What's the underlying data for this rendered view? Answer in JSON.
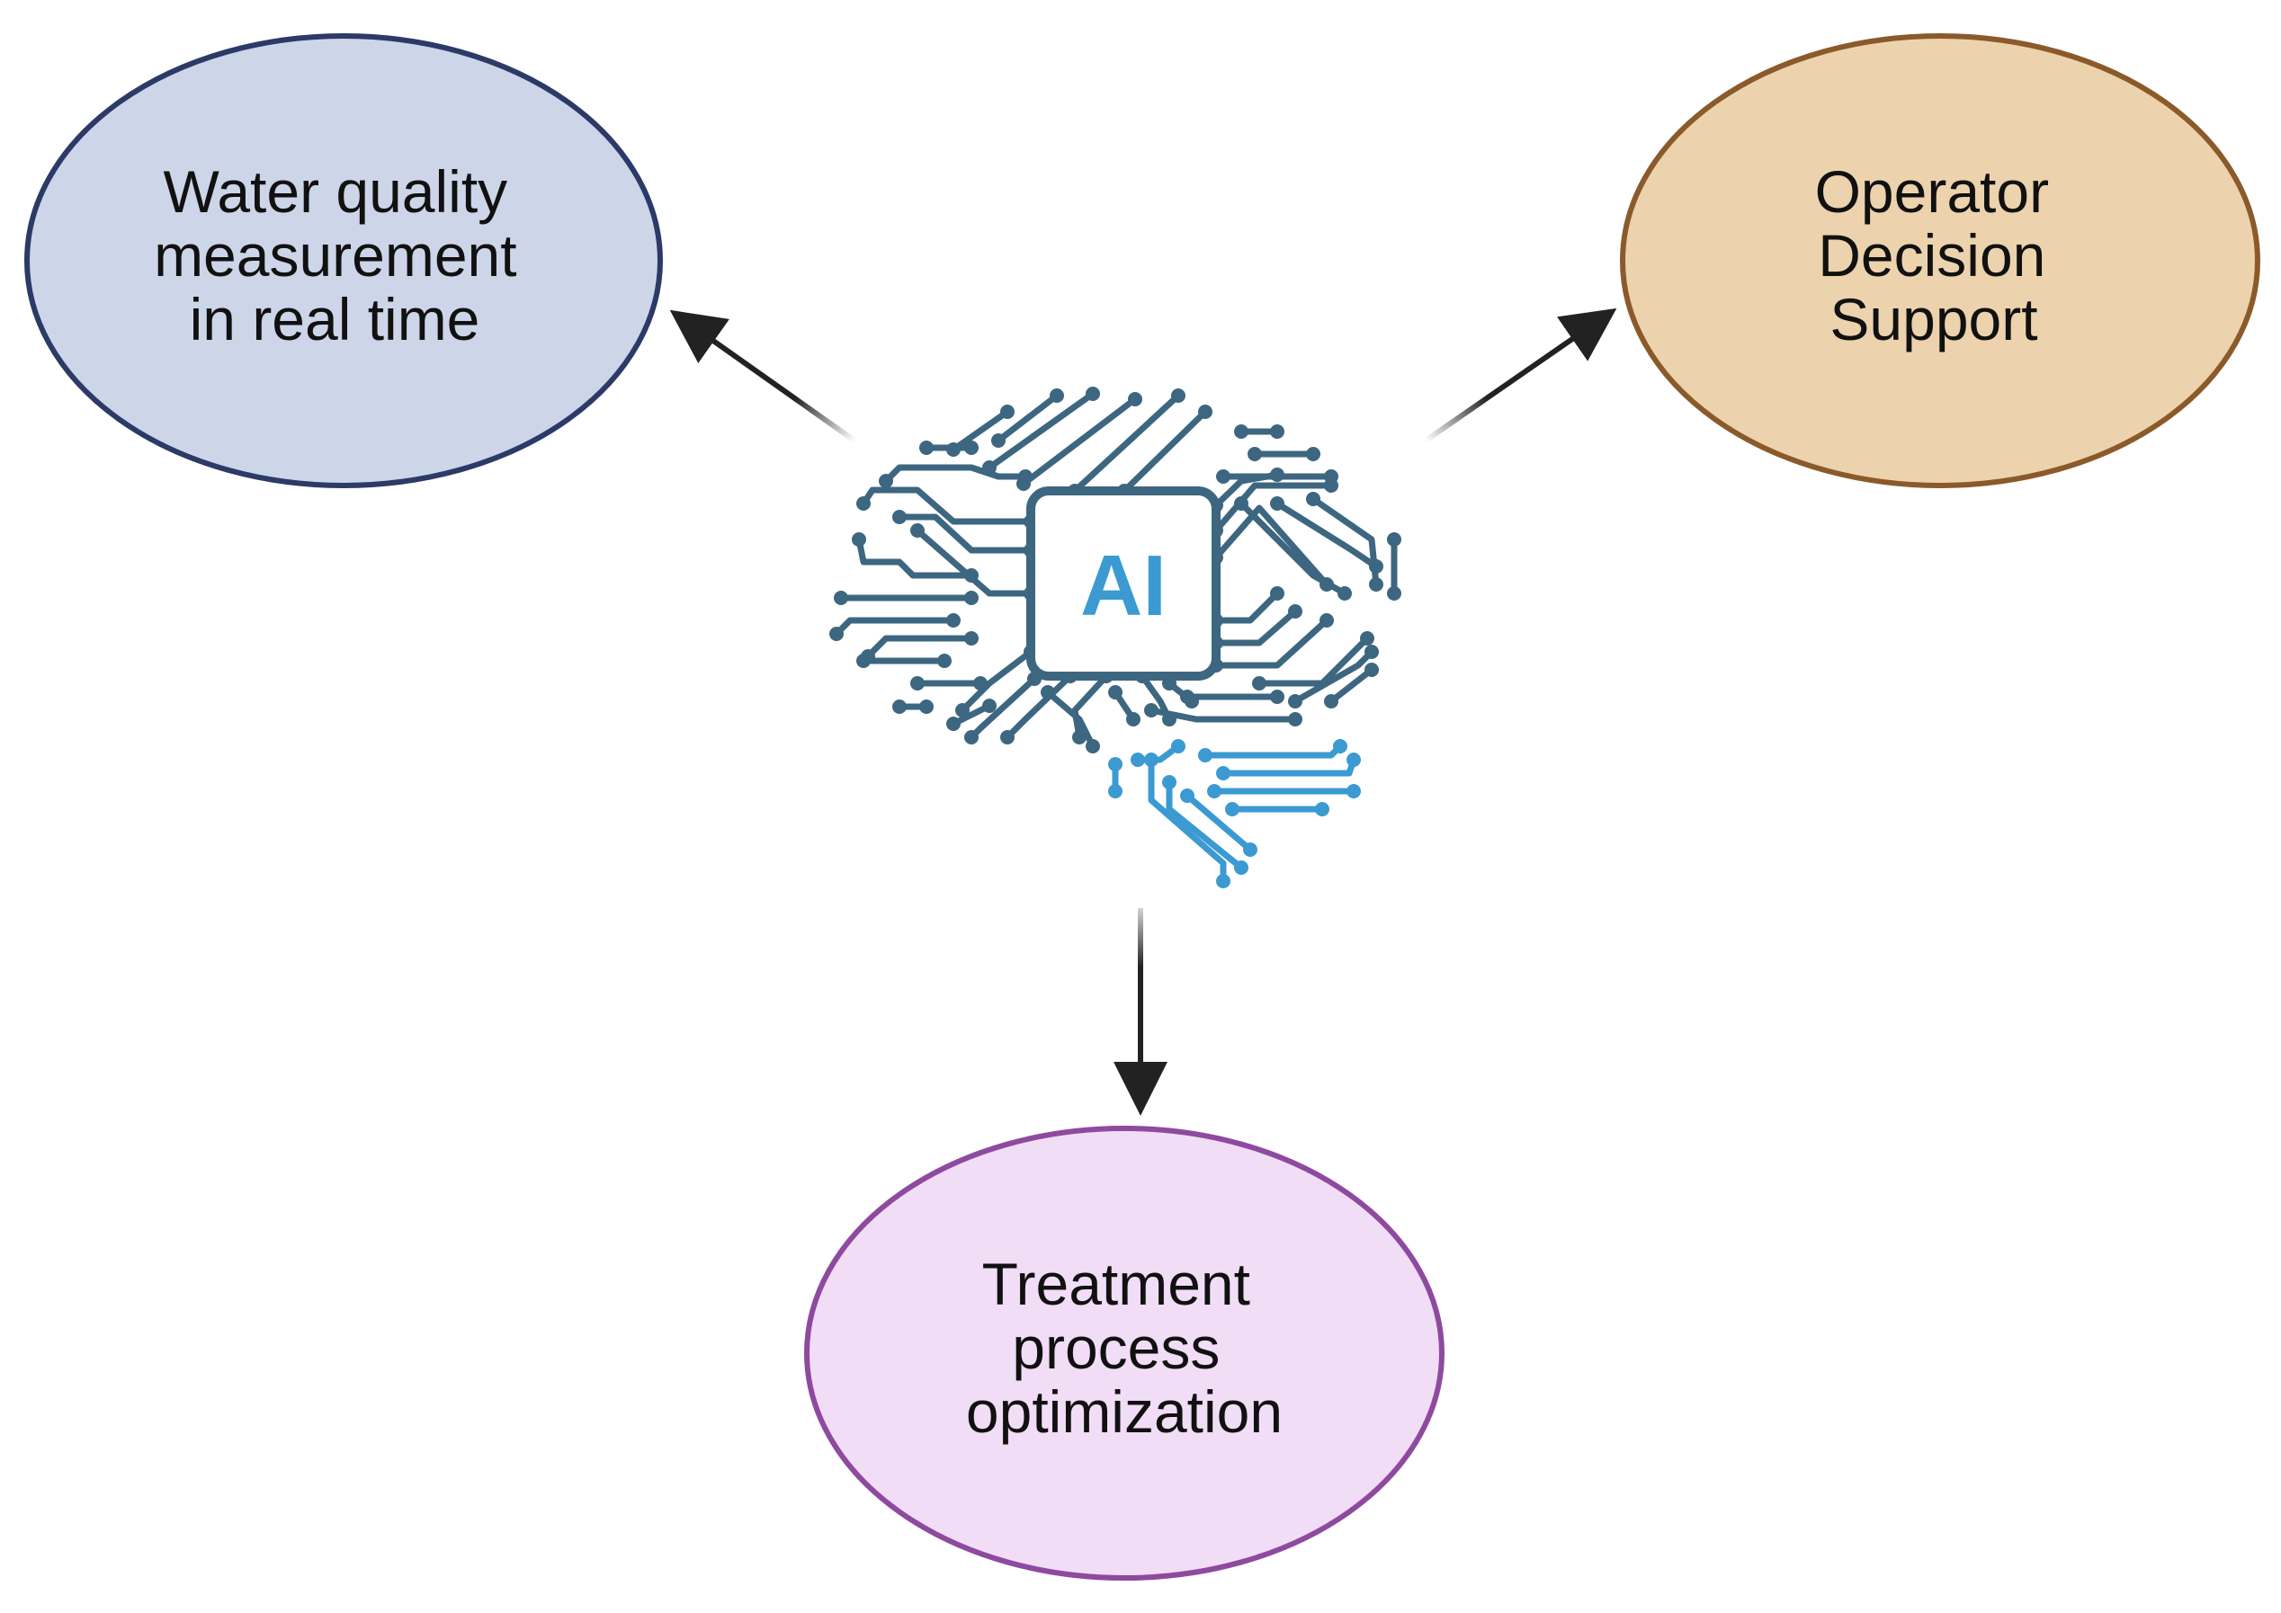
{
  "nodes": [
    {
      "id": "water-quality",
      "lines": [
        "Water quality",
        "measurement",
        "in real time"
      ],
      "fill": "#cdd5e8",
      "stroke": "#2b3a67"
    },
    {
      "id": "operator-decision",
      "lines": [
        "Operator",
        "Decision",
        "Support"
      ],
      "fill": "#ecd3ad",
      "stroke": "#8b5a2b"
    },
    {
      "id": "treatment-process",
      "lines": [
        "Treatment",
        "process",
        "optimization"
      ],
      "fill": "#f2ddf6",
      "stroke": "#8e4a9e"
    }
  ],
  "center": {
    "chip_label": "AI",
    "icon": "ai-brain-circuit-icon",
    "circuit_color": "#3d6680",
    "accent_color": "#3b9ad1"
  },
  "arrow_color": "#222222",
  "edges": [
    {
      "from": "center",
      "to": "water-quality"
    },
    {
      "from": "center",
      "to": "operator-decision"
    },
    {
      "from": "center",
      "to": "treatment-process"
    }
  ]
}
